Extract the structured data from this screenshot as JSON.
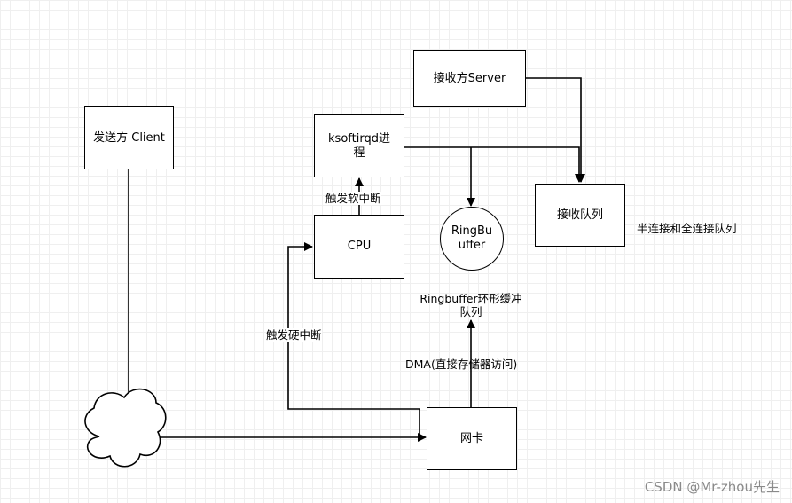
{
  "nodes": {
    "client": "发送方 Client",
    "server": "接收方Server",
    "ksoftirqd_line1": "ksoftirqd进",
    "ksoftirqd_line2": "程",
    "cpu": "CPU",
    "ringbuffer_line1": "RingBu",
    "ringbuffer_line2": "uffer",
    "recv_queue": "接收队列",
    "nic": "网卡"
  },
  "edge_labels": {
    "soft_irq": "触发软中断",
    "hard_irq": "触发硬中断",
    "ringbuffer_desc_line1": "Ringbuffer环形缓冲",
    "ringbuffer_desc_line2": "队列",
    "dma": "DMA(直接存储器访问)",
    "queue_note": "半连接和全连接队列"
  },
  "watermark": "CSDN @Mr-zhou先生"
}
